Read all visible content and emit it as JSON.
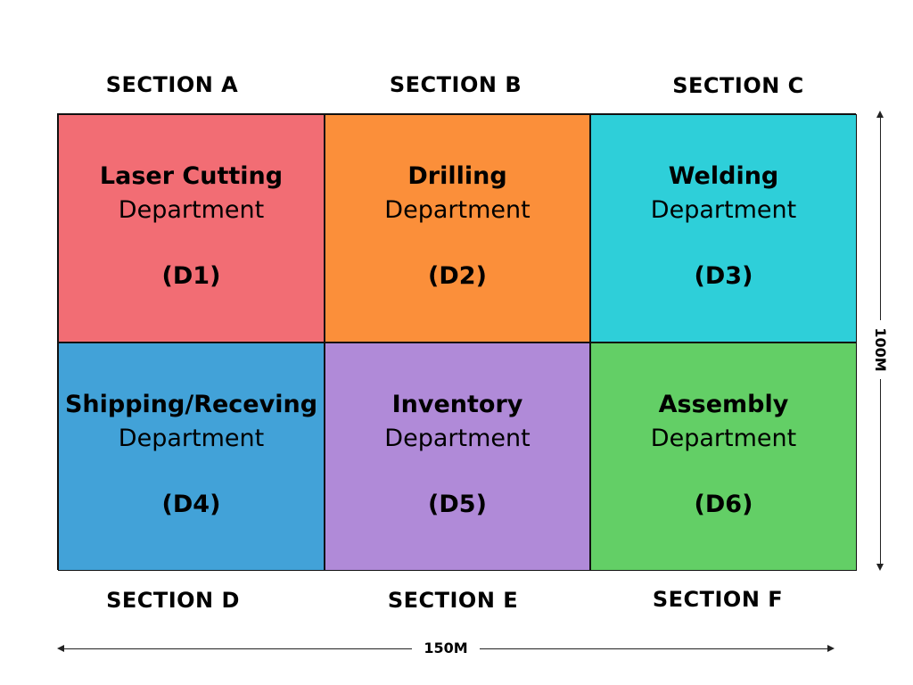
{
  "sections": {
    "a": "SECTION A",
    "b": "SECTION B",
    "c": "SECTION C",
    "d": "SECTION D",
    "e": "SECTION E",
    "f": "SECTION F"
  },
  "departments": [
    {
      "name": "Laser Cutting",
      "sub": "Department",
      "code": "(D1)",
      "color": "#f26d74"
    },
    {
      "name": "Drilling",
      "sub": "Department",
      "code": "(D2)",
      "color": "#fb8f3a"
    },
    {
      "name": "Welding",
      "sub": "Department",
      "code": "(D3)",
      "color": "#2ecfd9"
    },
    {
      "name": "Shipping/Receving",
      "sub": "Department",
      "code": "(D4)",
      "color": "#42a2d8"
    },
    {
      "name": "Inventory",
      "sub": "Department",
      "code": "(D5)",
      "color": "#b08ad8"
    },
    {
      "name": "Assembly",
      "sub": "Department",
      "code": "(D6)",
      "color": "#63cf66"
    }
  ],
  "dimensions": {
    "width": "150M",
    "height": "100M"
  }
}
